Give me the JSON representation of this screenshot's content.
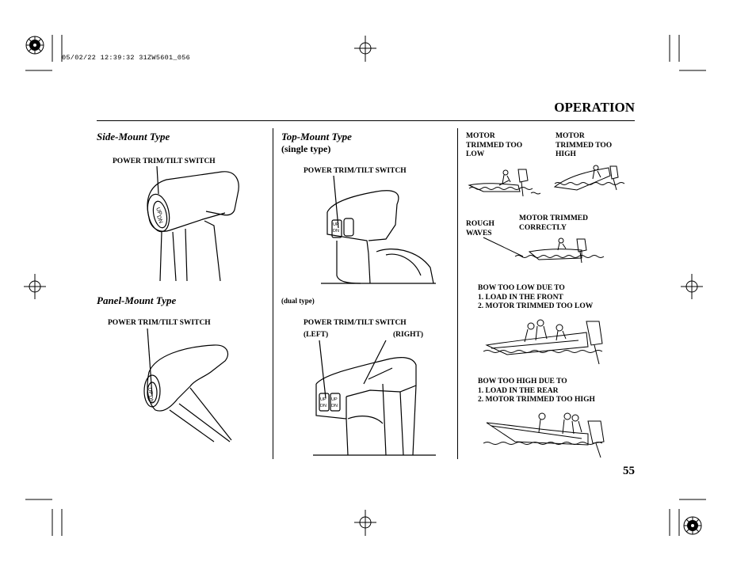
{
  "print_header": {
    "timestamp": "05/02/22 12:39:32 31ZW5601_056"
  },
  "page": {
    "section_title": "OPERATION",
    "page_number": "55"
  },
  "columns": {
    "left": {
      "side_mount": {
        "heading": "Side-Mount Type",
        "caption": "POWER TRIM/TILT SWITCH"
      },
      "panel_mount": {
        "heading": "Panel-Mount Type",
        "caption": "POWER TRIM/TILT SWITCH"
      }
    },
    "middle": {
      "top_mount": {
        "heading": "Top-Mount Type",
        "subheading": "(single type)",
        "caption": "POWER TRIM/TILT SWITCH"
      },
      "dual": {
        "subheading": "(dual type)",
        "caption": "POWER TRIM/TILT SWITCH",
        "left_label": "(LEFT)",
        "right_label": "(RIGHT)"
      },
      "switch_labels": {
        "up": "UP",
        "dn": "DN"
      }
    },
    "right": {
      "too_low": {
        "line1": "MOTOR",
        "line2": "TRIMMED TOO",
        "line3": "LOW"
      },
      "too_high": {
        "line1": "MOTOR",
        "line2": "TRIMMED TOO",
        "line3": "HIGH"
      },
      "rough_waves": {
        "line1": "ROUGH",
        "line2": "WAVES"
      },
      "trimmed_correctly": {
        "line1": "MOTOR TRIMMED",
        "line2": "CORRECTLY"
      },
      "bow_low": {
        "line1": "BOW TOO LOW DUE TO",
        "line2": "1. LOAD IN THE FRONT",
        "line3": "2. MOTOR TRIMMED TOO LOW"
      },
      "bow_high": {
        "line1": "BOW TOO HIGH DUE TO",
        "line2": "1. LOAD IN THE REAR",
        "line3": "2. MOTOR TRIMMED TOO HIGH"
      }
    }
  }
}
